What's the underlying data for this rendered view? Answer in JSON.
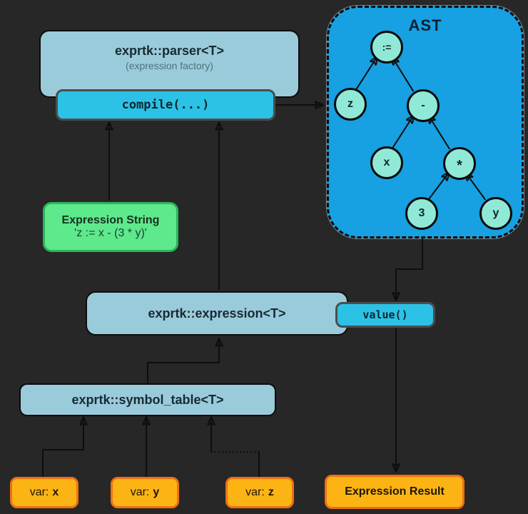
{
  "diagram": {
    "parser": {
      "title": "exprtk::parser<T>",
      "subtitle": "(expression factory)"
    },
    "compile": {
      "label": "compile(...)"
    },
    "ast": {
      "title": "AST",
      "nodes": [
        {
          "id": "assign",
          "label": ":="
        },
        {
          "id": "z",
          "label": "z"
        },
        {
          "id": "minus",
          "label": "-"
        },
        {
          "id": "x",
          "label": "x"
        },
        {
          "id": "mul",
          "label": "*"
        },
        {
          "id": "three",
          "label": "3"
        },
        {
          "id": "y",
          "label": "y"
        }
      ],
      "edges": [
        [
          "z",
          "assign"
        ],
        [
          "minus",
          "assign"
        ],
        [
          "x",
          "minus"
        ],
        [
          "mul",
          "minus"
        ],
        [
          "three",
          "mul"
        ],
        [
          "y",
          "mul"
        ]
      ]
    },
    "expression_string": {
      "title": "Expression String",
      "value": "'z := x - (3 * y)'"
    },
    "expression": {
      "title": "exprtk::expression<T>"
    },
    "value": {
      "label": "value()"
    },
    "symbol_table": {
      "title": "exprtk::symbol_table<T>"
    },
    "variables": [
      {
        "prefix": "var:",
        "name": "x"
      },
      {
        "prefix": "var:",
        "name": "y"
      },
      {
        "prefix": "var:",
        "name": "z"
      }
    ],
    "result": {
      "label": "Expression Result"
    }
  },
  "colors": {
    "background": "#272727",
    "panel_blue": "#9acbdb",
    "method_cyan": "#2cc2e6",
    "ast_blue": "#17a0e2",
    "node_aqua": "#90e9d6",
    "string_green": "#5de98c",
    "var_orange": "#fcb415",
    "line": "#0e0e0e"
  }
}
